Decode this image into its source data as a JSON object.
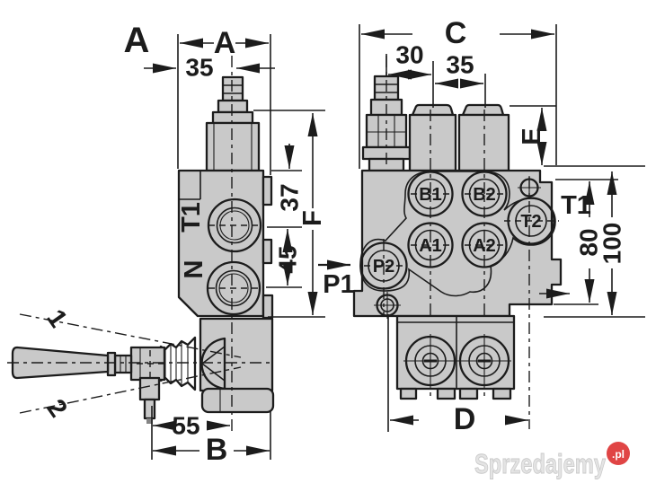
{
  "section_label": "A",
  "side": {
    "dim_width": "A",
    "dim_offset": "35",
    "dim_port_top": "37",
    "dim_port_spacing": "45",
    "dim_height": "F",
    "dim_lever": "55",
    "dim_depth": "B",
    "port_top": "T1",
    "port_bottom": "N",
    "lever_pos_up": "1",
    "lever_pos_down": "2"
  },
  "front": {
    "dim_width": "C",
    "dim_relief_offset": "30",
    "dim_spool_spacing": "35",
    "dim_cap": "E",
    "dim_hole": "80",
    "dim_total": "100",
    "dim_mount": "D",
    "port_b1": "B1",
    "port_b2": "B2",
    "port_a1": "A1",
    "port_a2": "A2",
    "port_t2": "T2",
    "port_p2": "P2",
    "label_inlet": "P1",
    "label_tank": "T1"
  },
  "watermark": {
    "text": "Sprzedajemy",
    "tld": ".pl"
  },
  "colors": {
    "line": "#1c1c1c",
    "body": "#c9c9c9",
    "ring": "#a0a0a0",
    "ring_inner": "#bcbcbc",
    "boss": "#bdbdbd",
    "boss_inner": "#a3a3a3",
    "hub": "#858585",
    "bellows": "#c2c2c2",
    "accent": "#e04545",
    "watermark": "#e4e4e4"
  }
}
